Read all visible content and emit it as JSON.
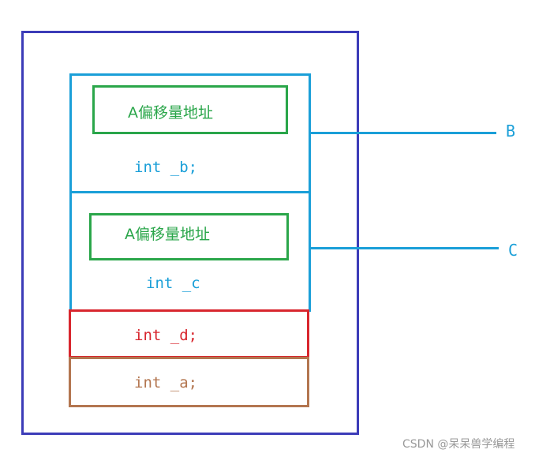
{
  "diagram": {
    "nested_a_offset_1": "A偏移量地址",
    "member_b": "int _b;",
    "nested_a_offset_2": "A偏移量地址",
    "member_c": "int _c",
    "member_d": "int _d;",
    "member_a": "int _a;",
    "label_b": "B",
    "label_c": "C"
  },
  "watermark": "CSDN @呆呆兽学编程",
  "colors": {
    "outer_border": "#3c3cb8",
    "subobject_border": "#1a9fd8",
    "offset_box_border": "#2aa64a",
    "d_border": "#d8262e",
    "a_border": "#b37650"
  }
}
